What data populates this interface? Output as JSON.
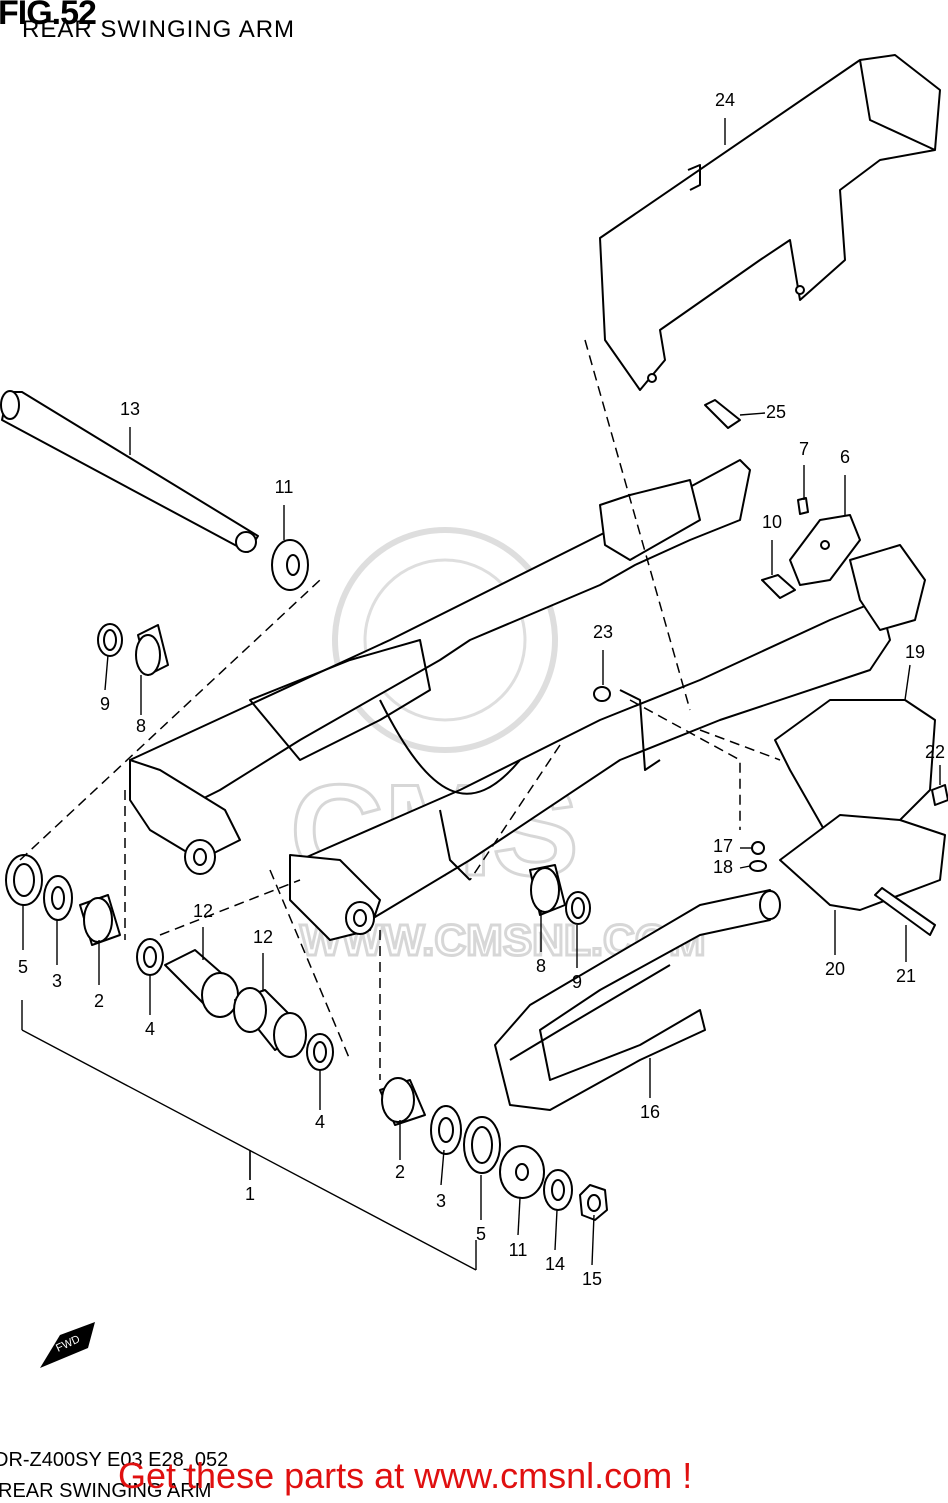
{
  "header": {
    "fig_title": "FIG.52",
    "subtitle": "REAR SWINGING ARM"
  },
  "footer": {
    "model_code": "DR-Z400SY E03 E28_052",
    "label": "REAR SWINGING ARM",
    "promo": "Get these parts at www.cmsnl.com !"
  },
  "watermark": {
    "logo_text": "CMS",
    "url_text": "WWW.CMSNL.COM"
  },
  "fwd_arrow_text": "FWD",
  "callouts": [
    {
      "id": "c1",
      "label": "1"
    },
    {
      "id": "c2a",
      "label": "2"
    },
    {
      "id": "c2b",
      "label": "2"
    },
    {
      "id": "c3a",
      "label": "3"
    },
    {
      "id": "c3b",
      "label": "3"
    },
    {
      "id": "c4a",
      "label": "4"
    },
    {
      "id": "c4b",
      "label": "4"
    },
    {
      "id": "c5a",
      "label": "5"
    },
    {
      "id": "c5b",
      "label": "5"
    },
    {
      "id": "c6",
      "label": "6"
    },
    {
      "id": "c7",
      "label": "7"
    },
    {
      "id": "c8a",
      "label": "8"
    },
    {
      "id": "c8b",
      "label": "8"
    },
    {
      "id": "c9a",
      "label": "9"
    },
    {
      "id": "c9b",
      "label": "9"
    },
    {
      "id": "c10",
      "label": "10"
    },
    {
      "id": "c11a",
      "label": "11"
    },
    {
      "id": "c11b",
      "label": "11"
    },
    {
      "id": "c12a",
      "label": "12"
    },
    {
      "id": "c12b",
      "label": "12"
    },
    {
      "id": "c13",
      "label": "13"
    },
    {
      "id": "c14",
      "label": "14"
    },
    {
      "id": "c15",
      "label": "15"
    },
    {
      "id": "c16",
      "label": "16"
    },
    {
      "id": "c17",
      "label": "17"
    },
    {
      "id": "c18",
      "label": "18"
    },
    {
      "id": "c19",
      "label": "19"
    },
    {
      "id": "c20",
      "label": "20"
    },
    {
      "id": "c21",
      "label": "21"
    },
    {
      "id": "c22",
      "label": "22"
    },
    {
      "id": "c23",
      "label": "23"
    },
    {
      "id": "c24",
      "label": "24"
    },
    {
      "id": "c25",
      "label": "25"
    }
  ]
}
